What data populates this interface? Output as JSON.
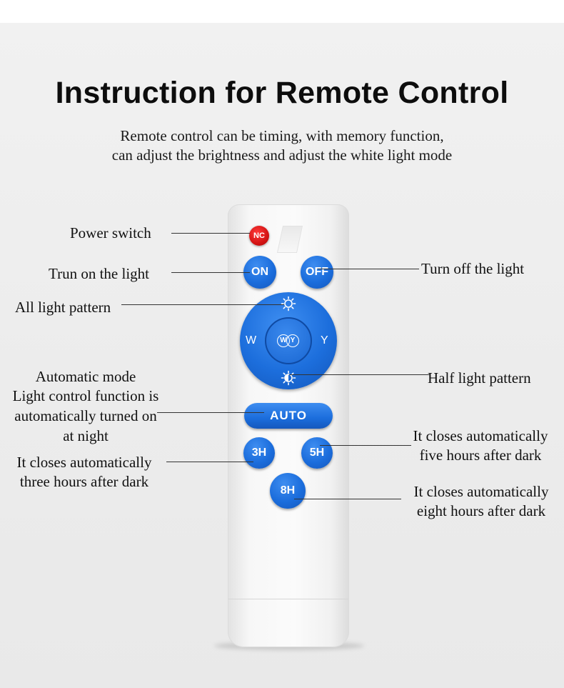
{
  "title": "Instruction for Remote Control",
  "subtitle": {
    "line1": "Remote control can be timing, with memory function,",
    "line2": "can adjust the brightness and adjust the white light mode"
  },
  "labels": {
    "power_switch": "Power switch",
    "turn_on": "Trun on the light",
    "turn_off": "Turn off the light",
    "all_light": "All light pattern",
    "half_light": "Half light pattern",
    "auto_line1": "Automatic mode",
    "auto_line2": "Light control function is",
    "auto_line3": "automatically turned on",
    "auto_line4": "at night",
    "three_h_line1": "It closes automatically",
    "three_h_line2": "three hours after dark",
    "five_h_line1": "It closes automatically",
    "five_h_line2": "five hours after dark",
    "eight_h_line1": "It closes automatically",
    "eight_h_line2": "eight hours after dark"
  },
  "remote": {
    "power": "NC",
    "on": "ON",
    "off": "OFF",
    "dpad_left": "W",
    "dpad_right": "Y",
    "center_w": "W",
    "center_y": "Y",
    "auto": "AUTO",
    "three_h": "3H",
    "five_h": "5H",
    "eight_h": "8H"
  },
  "colors": {
    "button_blue": "#1b6ddc",
    "power_red": "#d41414",
    "remote_body": "#f7f7f7"
  },
  "icons": {
    "all_light": "sun-full-icon",
    "half_light": "sun-half-icon"
  }
}
